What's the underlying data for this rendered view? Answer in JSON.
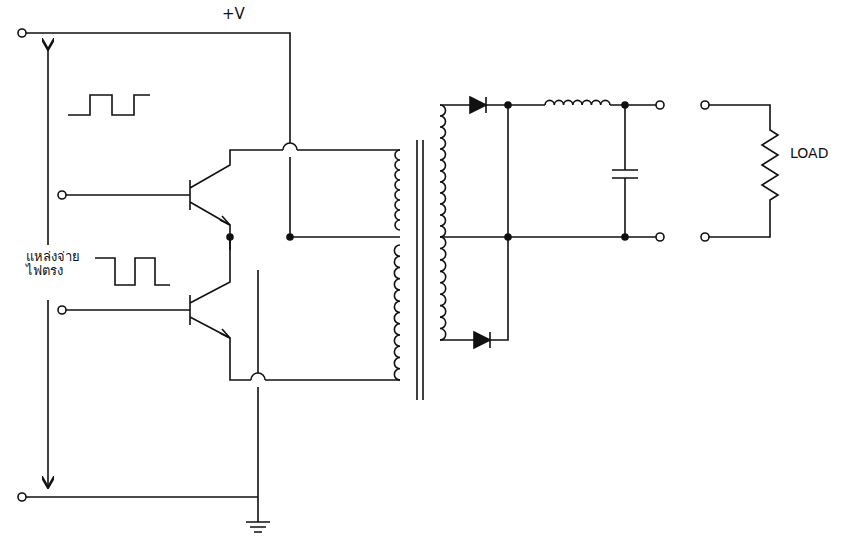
{
  "diagram": {
    "labels": [
      "+V",
      "แหล่งจ่าย ไฟตรง",
      "LOAD"
    ]
  }
}
